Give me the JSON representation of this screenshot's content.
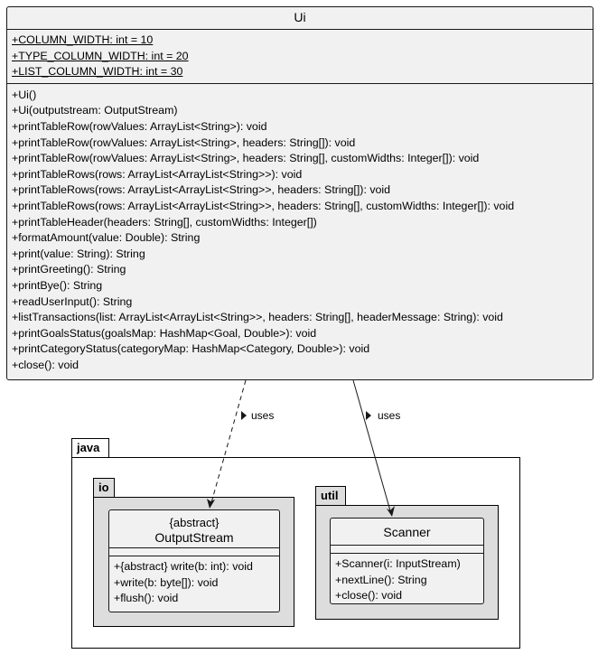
{
  "ui_class": {
    "name": "Ui",
    "fields": [
      "+COLUMN_WIDTH: int = 10",
      "+TYPE_COLUMN_WIDTH: int = 20",
      "+LIST_COLUMN_WIDTH: int = 30"
    ],
    "methods": [
      "+Ui()",
      "+Ui(outputstream: OutputStream)",
      "+printTableRow(rowValues: ArrayList<String>): void",
      "+printTableRow(rowValues: ArrayList<String>, headers: String[]): void",
      "+printTableRow(rowValues: ArrayList<String>, headers: String[], customWidths: Integer[]): void",
      "+printTableRows(rows: ArrayList<ArrayList<String>>): void",
      "+printTableRows(rows: ArrayList<ArrayList<String>>, headers: String[]): void",
      "+printTableRows(rows: ArrayList<ArrayList<String>>, headers: String[], customWidths: Integer[]): void",
      "+printTableHeader(headers: String[], customWidths: Integer[])",
      "+formatAmount(value: Double): String",
      "+print(value: String): String",
      "+printGreeting(): String",
      "+printBye(): String",
      "+readUserInput(): String",
      "+listTransactions(list: ArrayList<ArrayList<String>>, headers: String[], headerMessage: String): void",
      "+printGoalsStatus(goalsMap: HashMap<Goal, Double>): void",
      "+printCategoryStatus(categoryMap: HashMap<Category, Double>): void",
      "+close(): void"
    ]
  },
  "packages": {
    "java": "java",
    "io": "io",
    "util": "util"
  },
  "outputstream_class": {
    "stereotype": "{abstract}",
    "name": "OutputStream",
    "methods": [
      "+{abstract} write(b: int): void",
      "+write(b: byte[]): void",
      "+flush(): void"
    ]
  },
  "scanner_class": {
    "name": "Scanner",
    "methods": [
      "+Scanner(i: InputStream)",
      "+nextLine(): String",
      "+close(): void"
    ]
  },
  "relations": {
    "outputstream": "uses",
    "scanner": "uses"
  },
  "colors": {
    "class_fill": "#f1f1f1",
    "package_fill": "#dddddd",
    "border": "#181818"
  }
}
